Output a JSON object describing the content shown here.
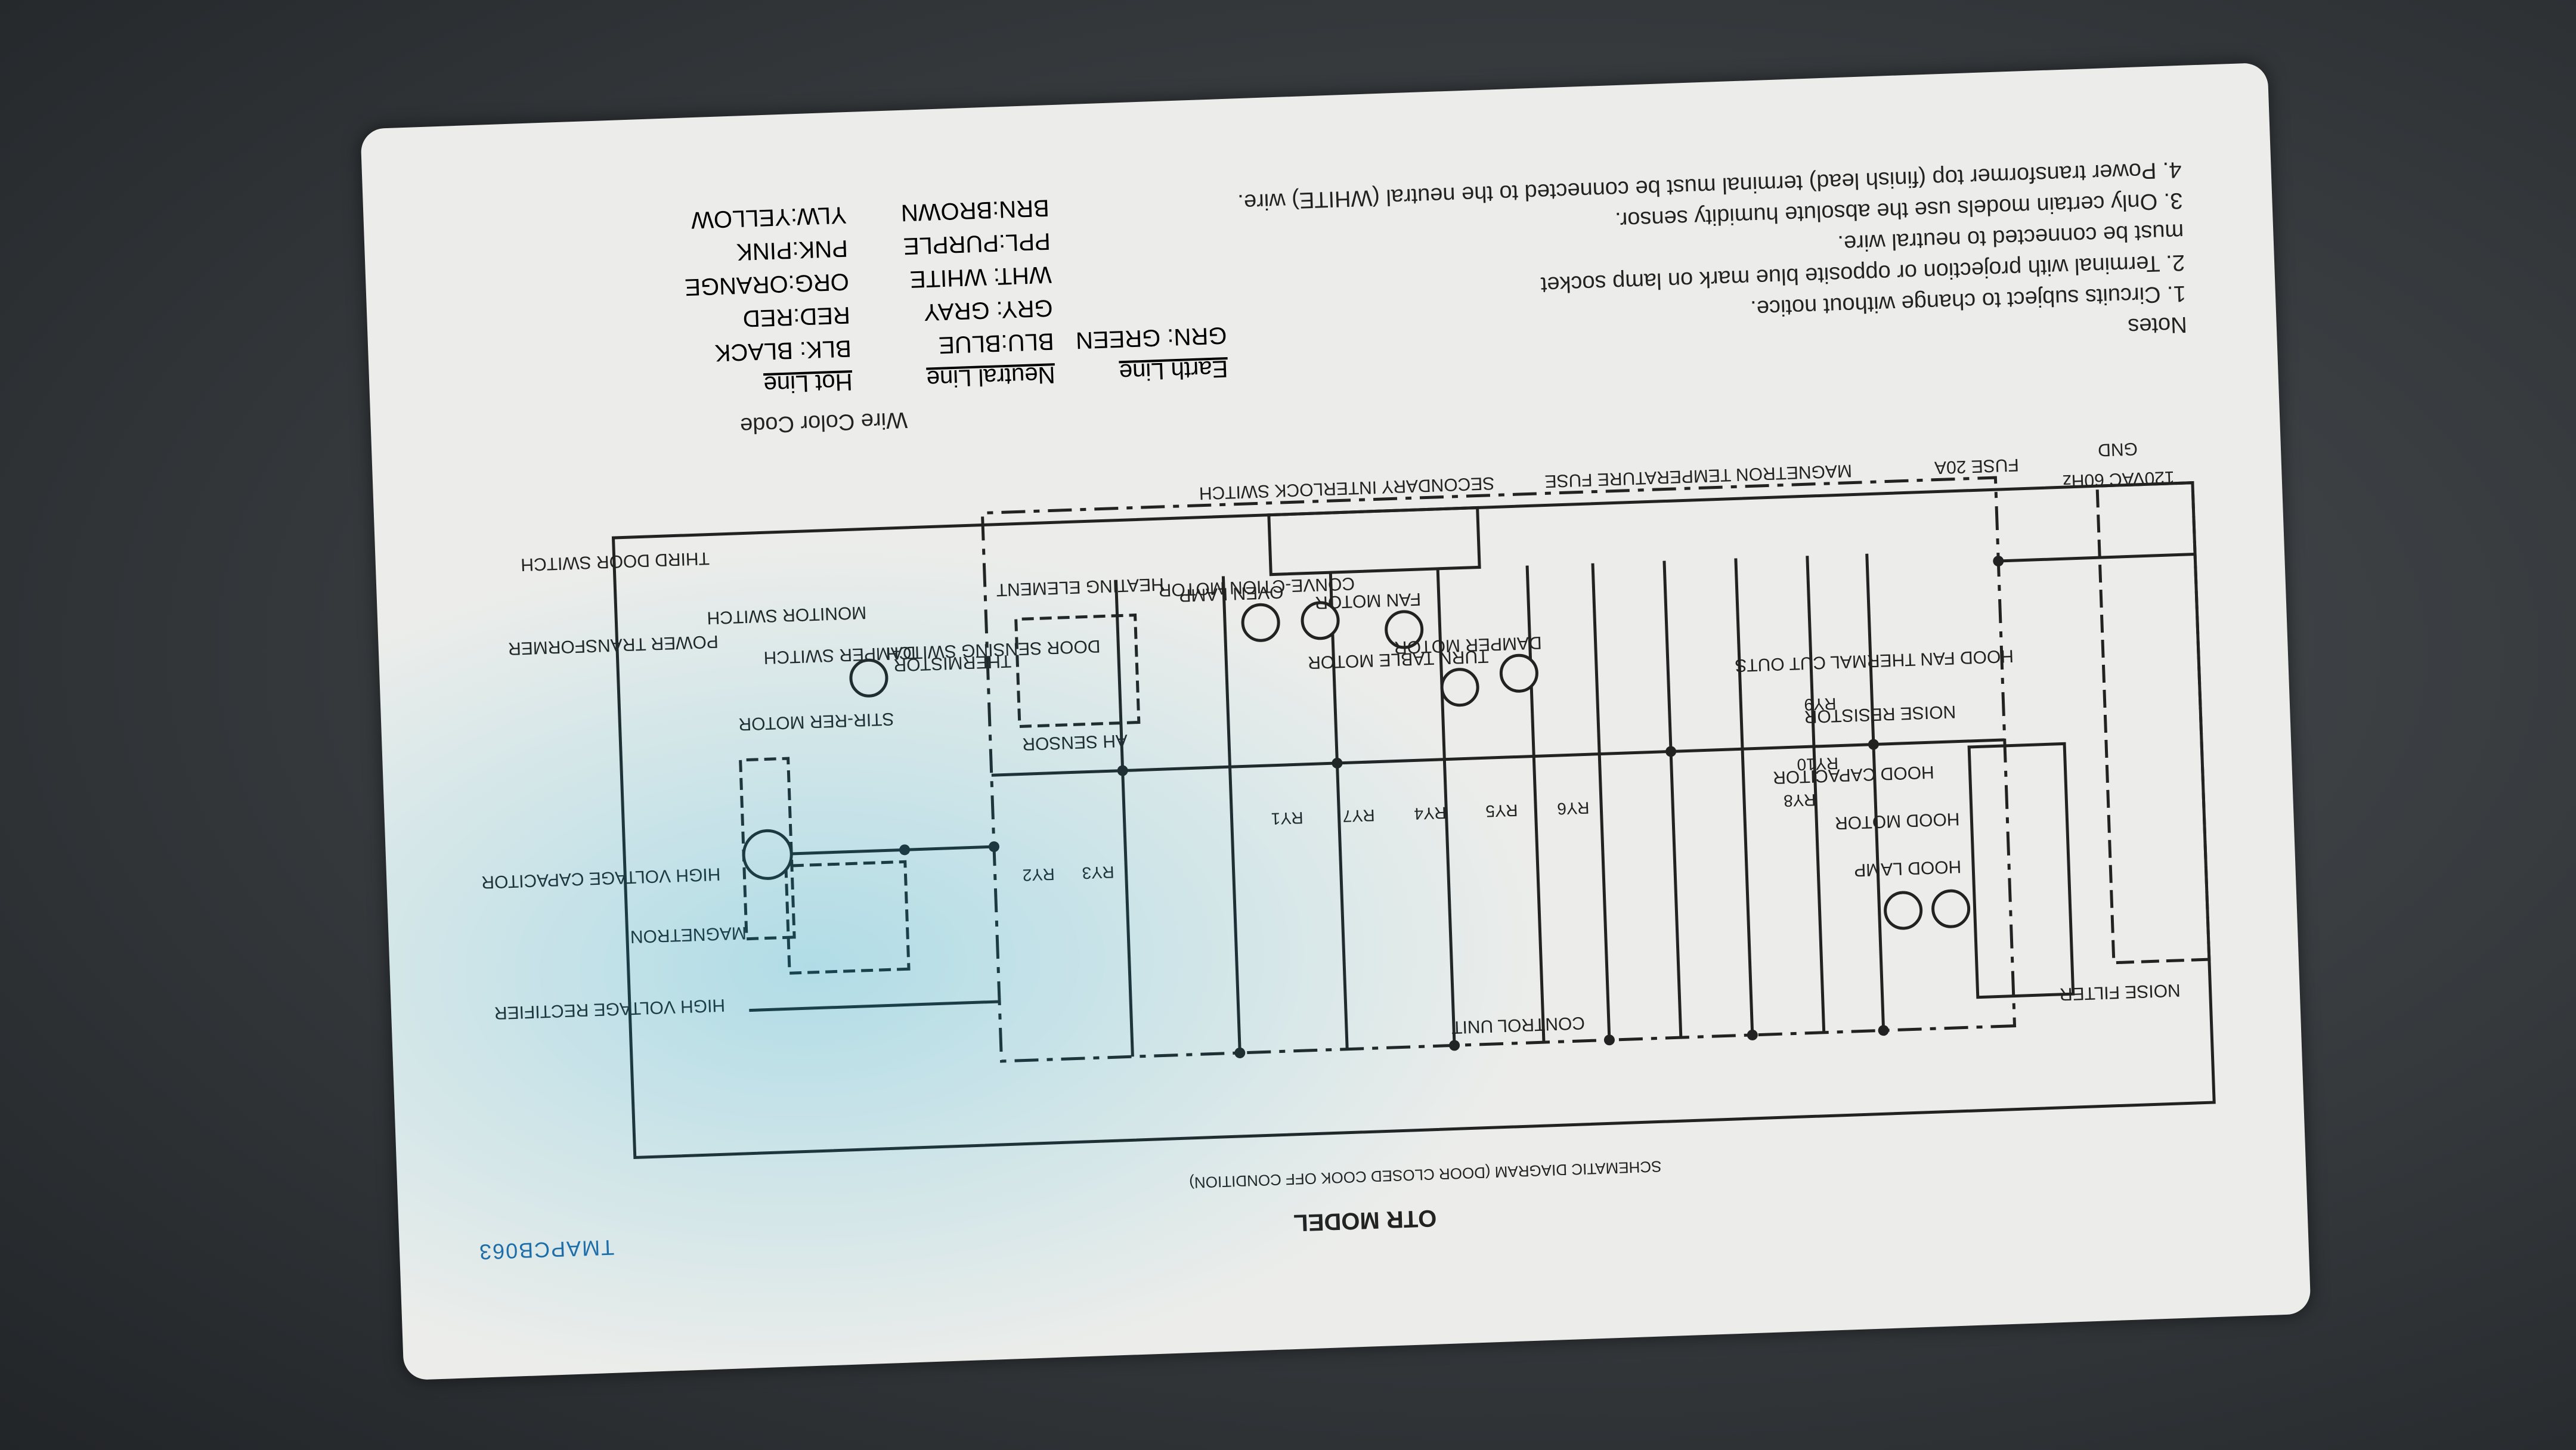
{
  "doc_code": "TMAPCB063",
  "model": "OTR MODEL",
  "diagram_title": "SCHEMATIC DIAGRAM (DOOR CLOSED COOK OFF CONDITION)",
  "notes": {
    "heading": "Notes",
    "items": [
      "1.  Circuits subject to change without notice.",
      "2.  Terminal with projection or opposite blue mark on lamp socket",
      "     must be connected to neutral wire.",
      "3.  Only certain models use the absolute humidity sensor.",
      "4.  Power transformer top (finish lead) terminal must be connected to the neutral (WHITE) wire."
    ]
  },
  "wire_color_code": {
    "title": "Wire Color Code",
    "columns": [
      {
        "header": "Earth Line",
        "entries": [
          "GRN: GREEN"
        ]
      },
      {
        "header": "Neutral Line",
        "entries": [
          "BLU:BLUE",
          "GRY: GRAY",
          "WHT: WHITE",
          "PPL:PURPLE",
          "BRN:BROWN"
        ]
      },
      {
        "header": "Hot Line",
        "entries": [
          "BLK: BLACK",
          "RED:RED",
          "ORG:ORANGE",
          "PNK:PINK",
          "YLW:YELLOW"
        ]
      }
    ]
  },
  "components": {
    "noise_filter": "NOISE FILTER",
    "power_supply": "120VAC 60Hz",
    "gnd": "GND",
    "control_unit": "CONTROL UNIT",
    "hood_lamp": "HOOD LAMP",
    "hood_motor": "HOOD MOTOR",
    "hood_capacitor": "HOOD CAPACITOR",
    "noise_resistor": "NOISE RESISTOR",
    "hood_fan_cutouts": "HOOD FAN THERMAL CUT OUTS",
    "damper_motor": "DAMPER MOTOR",
    "fan_motor": "FAN MOTOR",
    "turntable_motor": "TURN TABLE MOTOR",
    "convection_motor": "CONVE-CTION MOTOR",
    "oven_lamp": "OVEN LAMP",
    "heating_element": "HEATING ELEMENT",
    "door_sensing_switch": "DOOR SENSING SWITCH",
    "thermistor": "THERMISTOR",
    "damper_switch": "DAMPER SWITCH",
    "stirrer_motor": "STIR-RER MOTOR",
    "monitor_switch": "MONITOR SWITCH",
    "third_door_switch": "THIRD DOOR SWITCH",
    "power_transformer": "POWER TRANSFORMER",
    "hv_capacitor": "HIGH VOLTAGE CAPACITOR",
    "hv_rectifier": "HIGH VOLTAGE RECTIFIER",
    "magnetron": "MAGNETRON",
    "ah_sensor": "AH SENSOR",
    "secondary_interlock": "SECONDARY INTERLOCK SWITCH",
    "magnetron_temp_fuse": "MAGNETRON TEMPERATURE FUSE",
    "fuse_20a": "FUSE 20A",
    "relays": [
      "RY1",
      "RY7",
      "RY4",
      "RY5",
      "RY6",
      "RY8",
      "RY9",
      "RY10",
      "RY2",
      "RY3"
    ]
  }
}
